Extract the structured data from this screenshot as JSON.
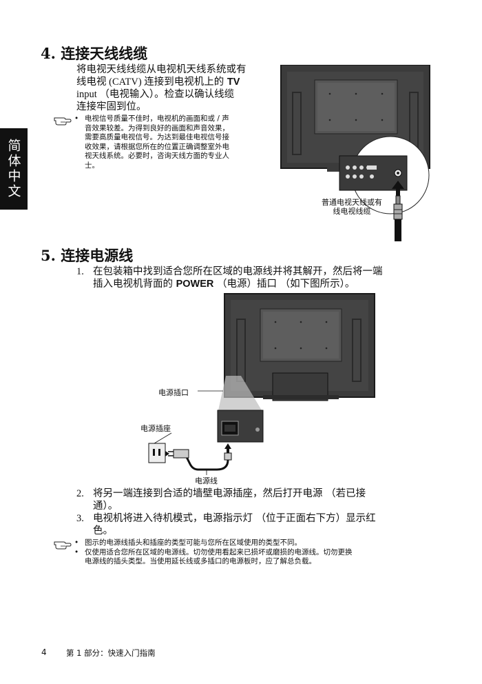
{
  "side_tab": "简体中文",
  "section4": {
    "number": "4.",
    "title": "连接天线线缆",
    "paragraph": {
      "l1": "将电视天线线缆从电视机天线系统或有",
      "l2": "线电视 (CATV) 连接到电视机上的",
      "l2_bold": "TV",
      "l3": "input （电视输入）。检查以确认线缆",
      "l4": "连接牢固到位。"
    },
    "note": {
      "bullet": "•",
      "lines": [
        "电视信号质量不佳时，电视机的画面和或 / 声",
        "音效果较差。为得到良好的画面和声音效果，",
        "需要高质量电视信号。为达到最佳电视信号接",
        "收效果，请根据您所在的位置正确调整室外电",
        "视天线系统。必要时，咨询天线方面的专业人",
        "士。"
      ]
    },
    "image_label": {
      "l1": "普通电视天线或有",
      "l2": "线电视线缆"
    }
  },
  "section5": {
    "number": "5.",
    "title": "连接电源线",
    "step1": {
      "num": "1.",
      "l1": "在包装箱中找到适合您所在区域的电源线并将其解开，然后将一端",
      "l2a": "插入电视机背面的",
      "l2b": "POWER",
      "l2c": "（电源）插口 （如下图所示）。"
    },
    "labels": {
      "power_jack": "电源插口",
      "wall_socket": "电源插座",
      "power_cord": "电源线"
    },
    "step2": {
      "num": "2.",
      "l1": "将另一端连接到合适的墙壁电源插座，然后打开电源 （若已接",
      "l2": "通）。"
    },
    "step3": {
      "num": "3.",
      "l1": "电视机将进入待机模式，电源指示灯 （位于正面右下方）显示红",
      "l2": "色。"
    },
    "notes": [
      {
        "bullet": "•",
        "l1": "图示的电源线插头和插座的类型可能与您所在区域使用的类型不同。"
      },
      {
        "bullet": "•",
        "l1": "仅使用适合您所在区域的电源线。切勿使用看起来已损坏或磨损的电源线。切勿更换",
        "l2": "电源线的插头类型。当使用延长线或多插口的电源板时，应了解总负载。"
      }
    ]
  },
  "footer": {
    "page_number": "4",
    "chapter": "第 1 部分：快速入门指南"
  }
}
